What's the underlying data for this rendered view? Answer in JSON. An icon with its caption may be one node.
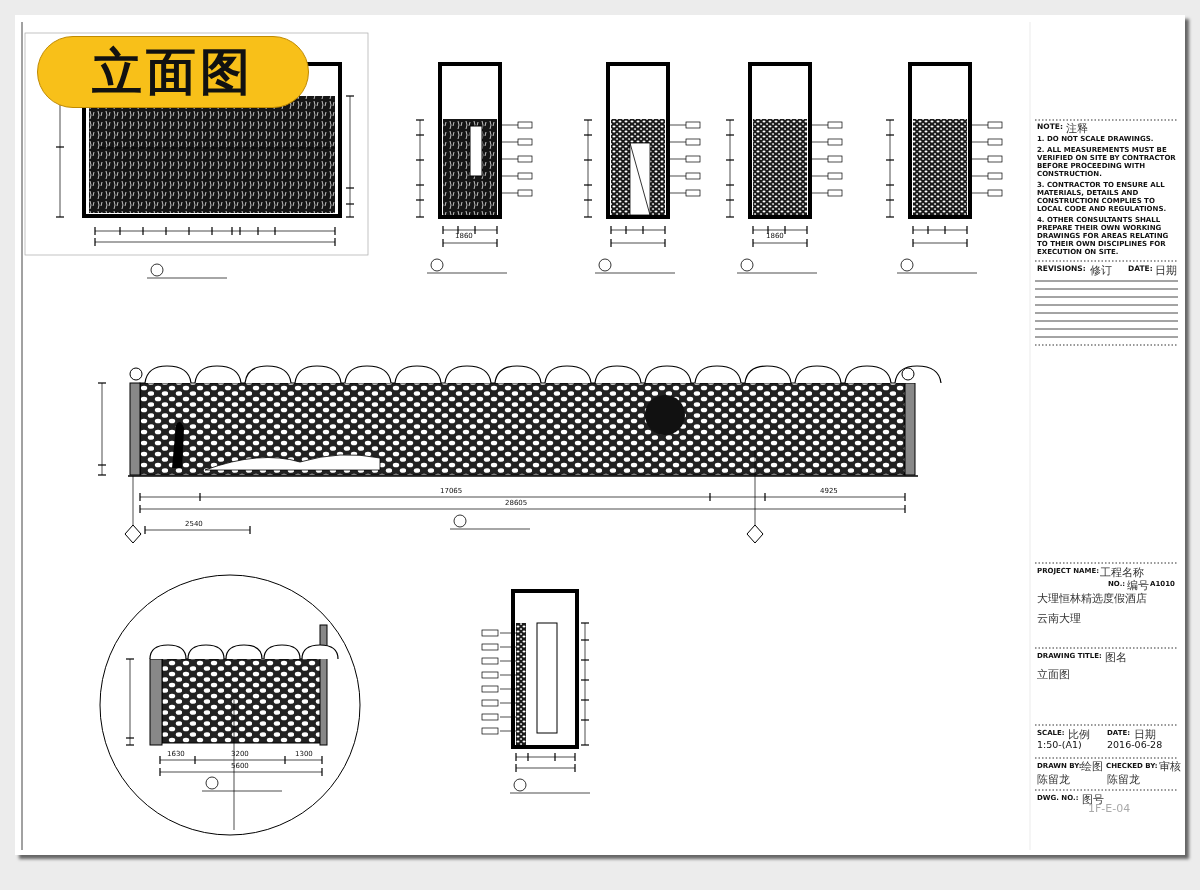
{
  "diagram": {
    "nodes": [
      {
        "text": [
          "立面图"
        ]
      }
    ],
    "edges": [],
    "labels": [
      "NOTE:",
      "注释",
      "1. DO NOT SCALE DRAWINGS.",
      "2. ALL MEASUREMENTS MUST BE VERIFIED ON SITE BY CONTRACTOR BEFORE PROCEEDING WITH CONSTRUCTION.",
      "3. CONTRACTOR TO ENSURE ALL MATERIALS, DETAILS AND CONSTRUCTION COMPLIES TO LOCAL CODE AND REGULATIONS.",
      "4. OTHER CONSULTANTS SHALL PREPARE THEIR OWN WORKING DRAWINGS FOR AREAS RELATING TO THEIR OWN DISCIPLINES FOR EXECUTION ON SITE.",
      "REVISIONS:",
      "修订",
      "DATE:",
      "日期",
      "PROJECT NAME:",
      "工程名称",
      "NO.:",
      "编号",
      "A1010",
      "大理恒林精选度假酒店",
      "云南大理",
      "DRAWING TITLE:",
      "图名",
      "立面图",
      "SCALE:",
      "比例",
      "DATE:",
      "日期",
      "1:50-(A1)",
      "2016-06-28",
      "DRAWN BY:",
      "绘图",
      "CHECKED BY:",
      "审核",
      "陈留龙",
      "陈留龙",
      "DWG. NO.:",
      "图号",
      "1F-E-04",
      "1860",
      "1860",
      "17065",
      "4925",
      "28605",
      "2540",
      "1630",
      "3200",
      "1300",
      "5600"
    ]
  }
}
